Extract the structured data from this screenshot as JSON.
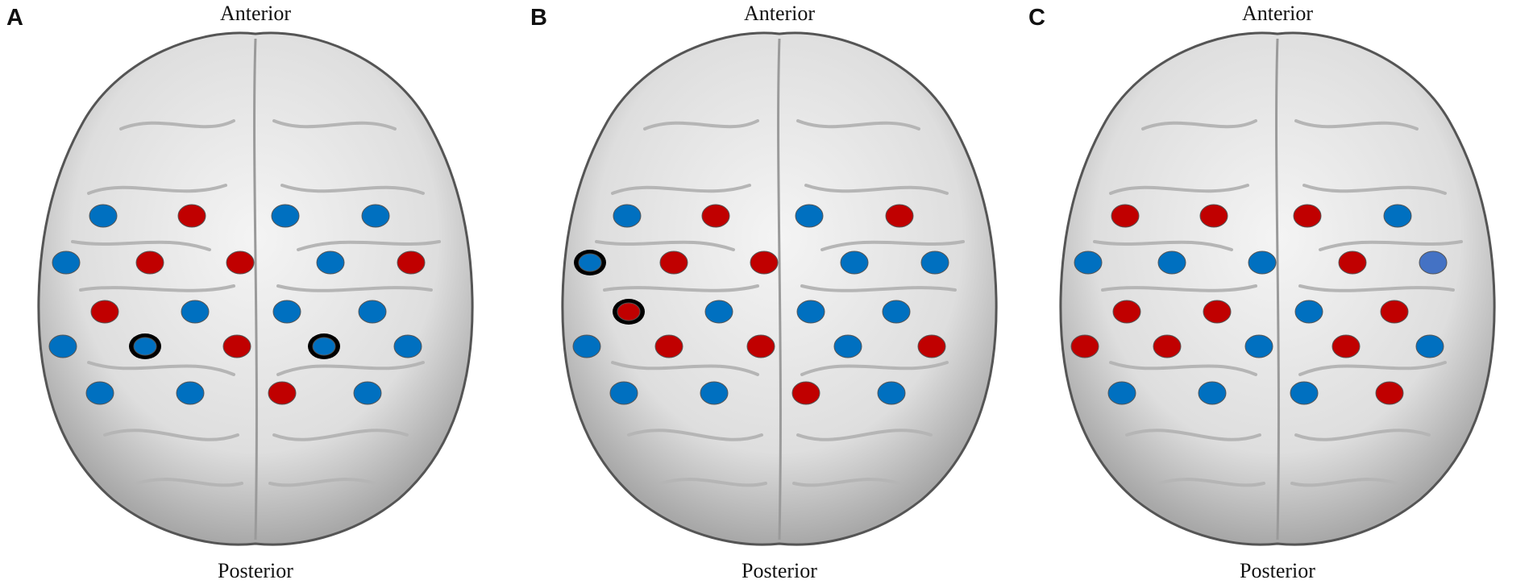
{
  "colors": {
    "excitatory_red": "#c00000",
    "inhibitory_blue": "#0070c0",
    "highlight_blue": "#4472c4",
    "ring": "#000000"
  },
  "panels": [
    {
      "letter": "A",
      "anterior": "Anterior",
      "posterior": "Posterior",
      "electrodes": [
        {
          "c": "blue"
        },
        {
          "c": "red"
        },
        {
          "c": "blue"
        },
        {
          "c": "blue"
        },
        {
          "c": "blue"
        },
        {
          "c": "red"
        },
        {
          "c": "red"
        },
        {
          "c": "blue"
        },
        {
          "c": "red"
        },
        {
          "c": "red"
        },
        {
          "c": "blue"
        },
        {
          "c": "blue"
        },
        {
          "c": "blue"
        },
        {
          "c": "blue"
        },
        {
          "c": "blue",
          "ring": true
        },
        {
          "c": "red"
        },
        {
          "c": "blue",
          "ring": true
        },
        {
          "c": "blue"
        },
        {
          "c": "blue"
        },
        {
          "c": "blue"
        },
        {
          "c": "red"
        },
        {
          "c": "blue"
        }
      ]
    },
    {
      "letter": "B",
      "anterior": "Anterior",
      "posterior": "Posterior",
      "electrodes": [
        {
          "c": "blue"
        },
        {
          "c": "red"
        },
        {
          "c": "blue"
        },
        {
          "c": "red"
        },
        {
          "c": "blue",
          "ring": true
        },
        {
          "c": "red"
        },
        {
          "c": "red"
        },
        {
          "c": "blue"
        },
        {
          "c": "blue"
        },
        {
          "c": "red",
          "ring": true
        },
        {
          "c": "blue"
        },
        {
          "c": "blue"
        },
        {
          "c": "blue"
        },
        {
          "c": "blue"
        },
        {
          "c": "red"
        },
        {
          "c": "red"
        },
        {
          "c": "blue"
        },
        {
          "c": "red"
        },
        {
          "c": "blue"
        },
        {
          "c": "blue"
        },
        {
          "c": "red"
        },
        {
          "c": "blue"
        }
      ]
    },
    {
      "letter": "C",
      "anterior": "Anterior",
      "posterior": "Posterior",
      "electrodes": [
        {
          "c": "red"
        },
        {
          "c": "red"
        },
        {
          "c": "red"
        },
        {
          "c": "blue"
        },
        {
          "c": "blue"
        },
        {
          "c": "blue"
        },
        {
          "c": "blue"
        },
        {
          "c": "red"
        },
        {
          "c": "light"
        },
        {
          "c": "red"
        },
        {
          "c": "red"
        },
        {
          "c": "blue"
        },
        {
          "c": "red"
        },
        {
          "c": "red"
        },
        {
          "c": "red"
        },
        {
          "c": "blue"
        },
        {
          "c": "red"
        },
        {
          "c": "blue"
        },
        {
          "c": "blue"
        },
        {
          "c": "blue"
        },
        {
          "c": "blue"
        },
        {
          "c": "red"
        }
      ]
    }
  ]
}
